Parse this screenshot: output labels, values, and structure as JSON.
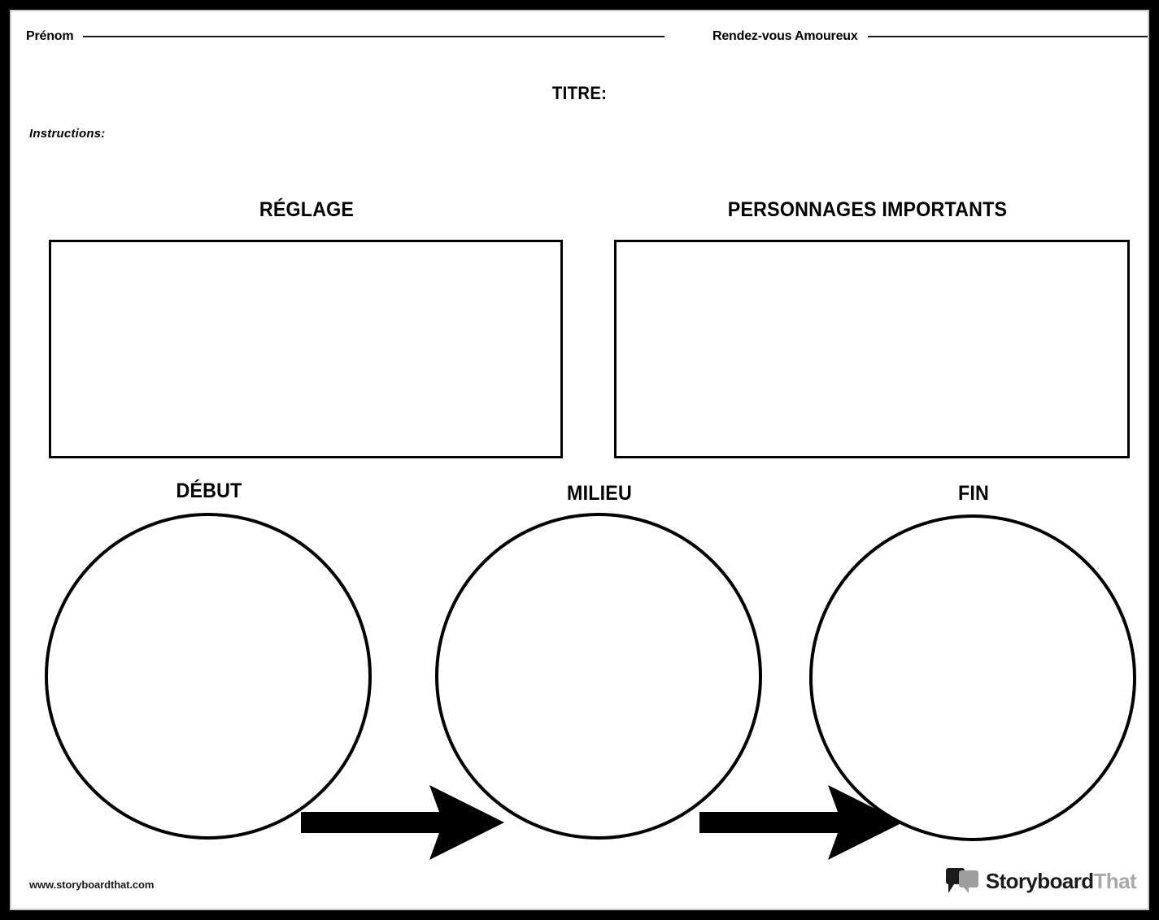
{
  "page": {
    "frame_color": "#000000",
    "background_color": "#ffffff",
    "ink_color": "#000000"
  },
  "header": {
    "name_field": {
      "label": "Prénom",
      "value": "",
      "placeholder": ""
    },
    "date_field": {
      "label": "Rendez-vous Amoureux",
      "value": "",
      "placeholder": ""
    },
    "title_field": {
      "label": "TITRE:",
      "value": ""
    },
    "instructions": {
      "label": "Instructions:",
      "value": ""
    }
  },
  "top_sections": [
    {
      "heading": "RÉGLAGE",
      "value": "",
      "box_name": "setting"
    },
    {
      "heading": "PERSONNAGES IMPORTANTS",
      "value": "",
      "box_name": "characters"
    }
  ],
  "story_sequence": {
    "steps": [
      {
        "label": "DÉBUT",
        "value": "",
        "key": "begin"
      },
      {
        "label": "MILIEU",
        "value": "",
        "key": "middle"
      },
      {
        "label": "FIN",
        "value": "",
        "key": "end"
      }
    ],
    "connectors": [
      {
        "icon": "arrow-right-icon",
        "from": "DÉBUT",
        "to": "MILIEU"
      },
      {
        "icon": "arrow-right-icon",
        "from": "MILIEU",
        "to": "FIN"
      }
    ]
  },
  "footer": {
    "url": "www.storyboardthat.com",
    "logo": {
      "icon": "speech-bubble-icon",
      "word_primary": "Storyboard",
      "word_secondary": "That",
      "primary_color": "#1b1b1b",
      "secondary_color": "#a8a8a8"
    }
  }
}
